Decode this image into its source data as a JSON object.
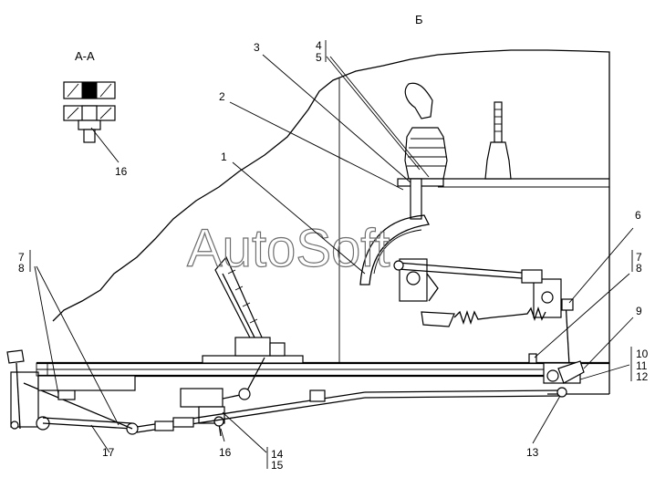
{
  "view_labels": {
    "view_b": "Б",
    "section_aa": "А-А"
  },
  "watermark": "AutoSoft",
  "callouts": {
    "c1": "1",
    "c2": "2",
    "c3": "3",
    "c4": "4",
    "c5": "5",
    "c6": "6",
    "c7_left": "7",
    "c8_left": "8",
    "c7_right": "7",
    "c8_right": "8",
    "c9": "9",
    "c10": "10",
    "c11": "11",
    "c12": "12",
    "c13": "13",
    "c14": "14",
    "c15": "15",
    "c16_section": "16",
    "c16_bottom": "16",
    "c17": "17"
  }
}
